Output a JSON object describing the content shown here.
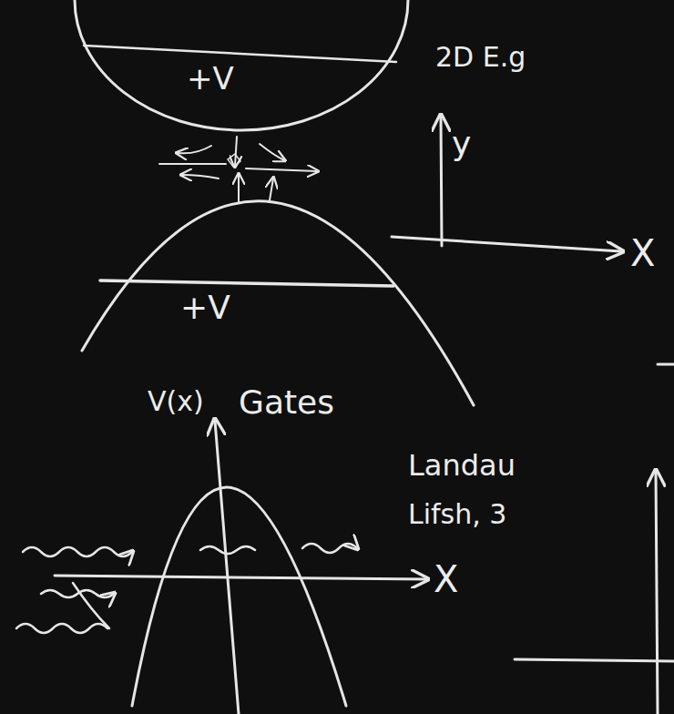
{
  "diagram": {
    "labels": [
      "+V",
      "2D E.g",
      "y",
      "X",
      "+V",
      "V(x)",
      "Gates",
      "Landau",
      "Lifsh, 3",
      "X"
    ]
  }
}
